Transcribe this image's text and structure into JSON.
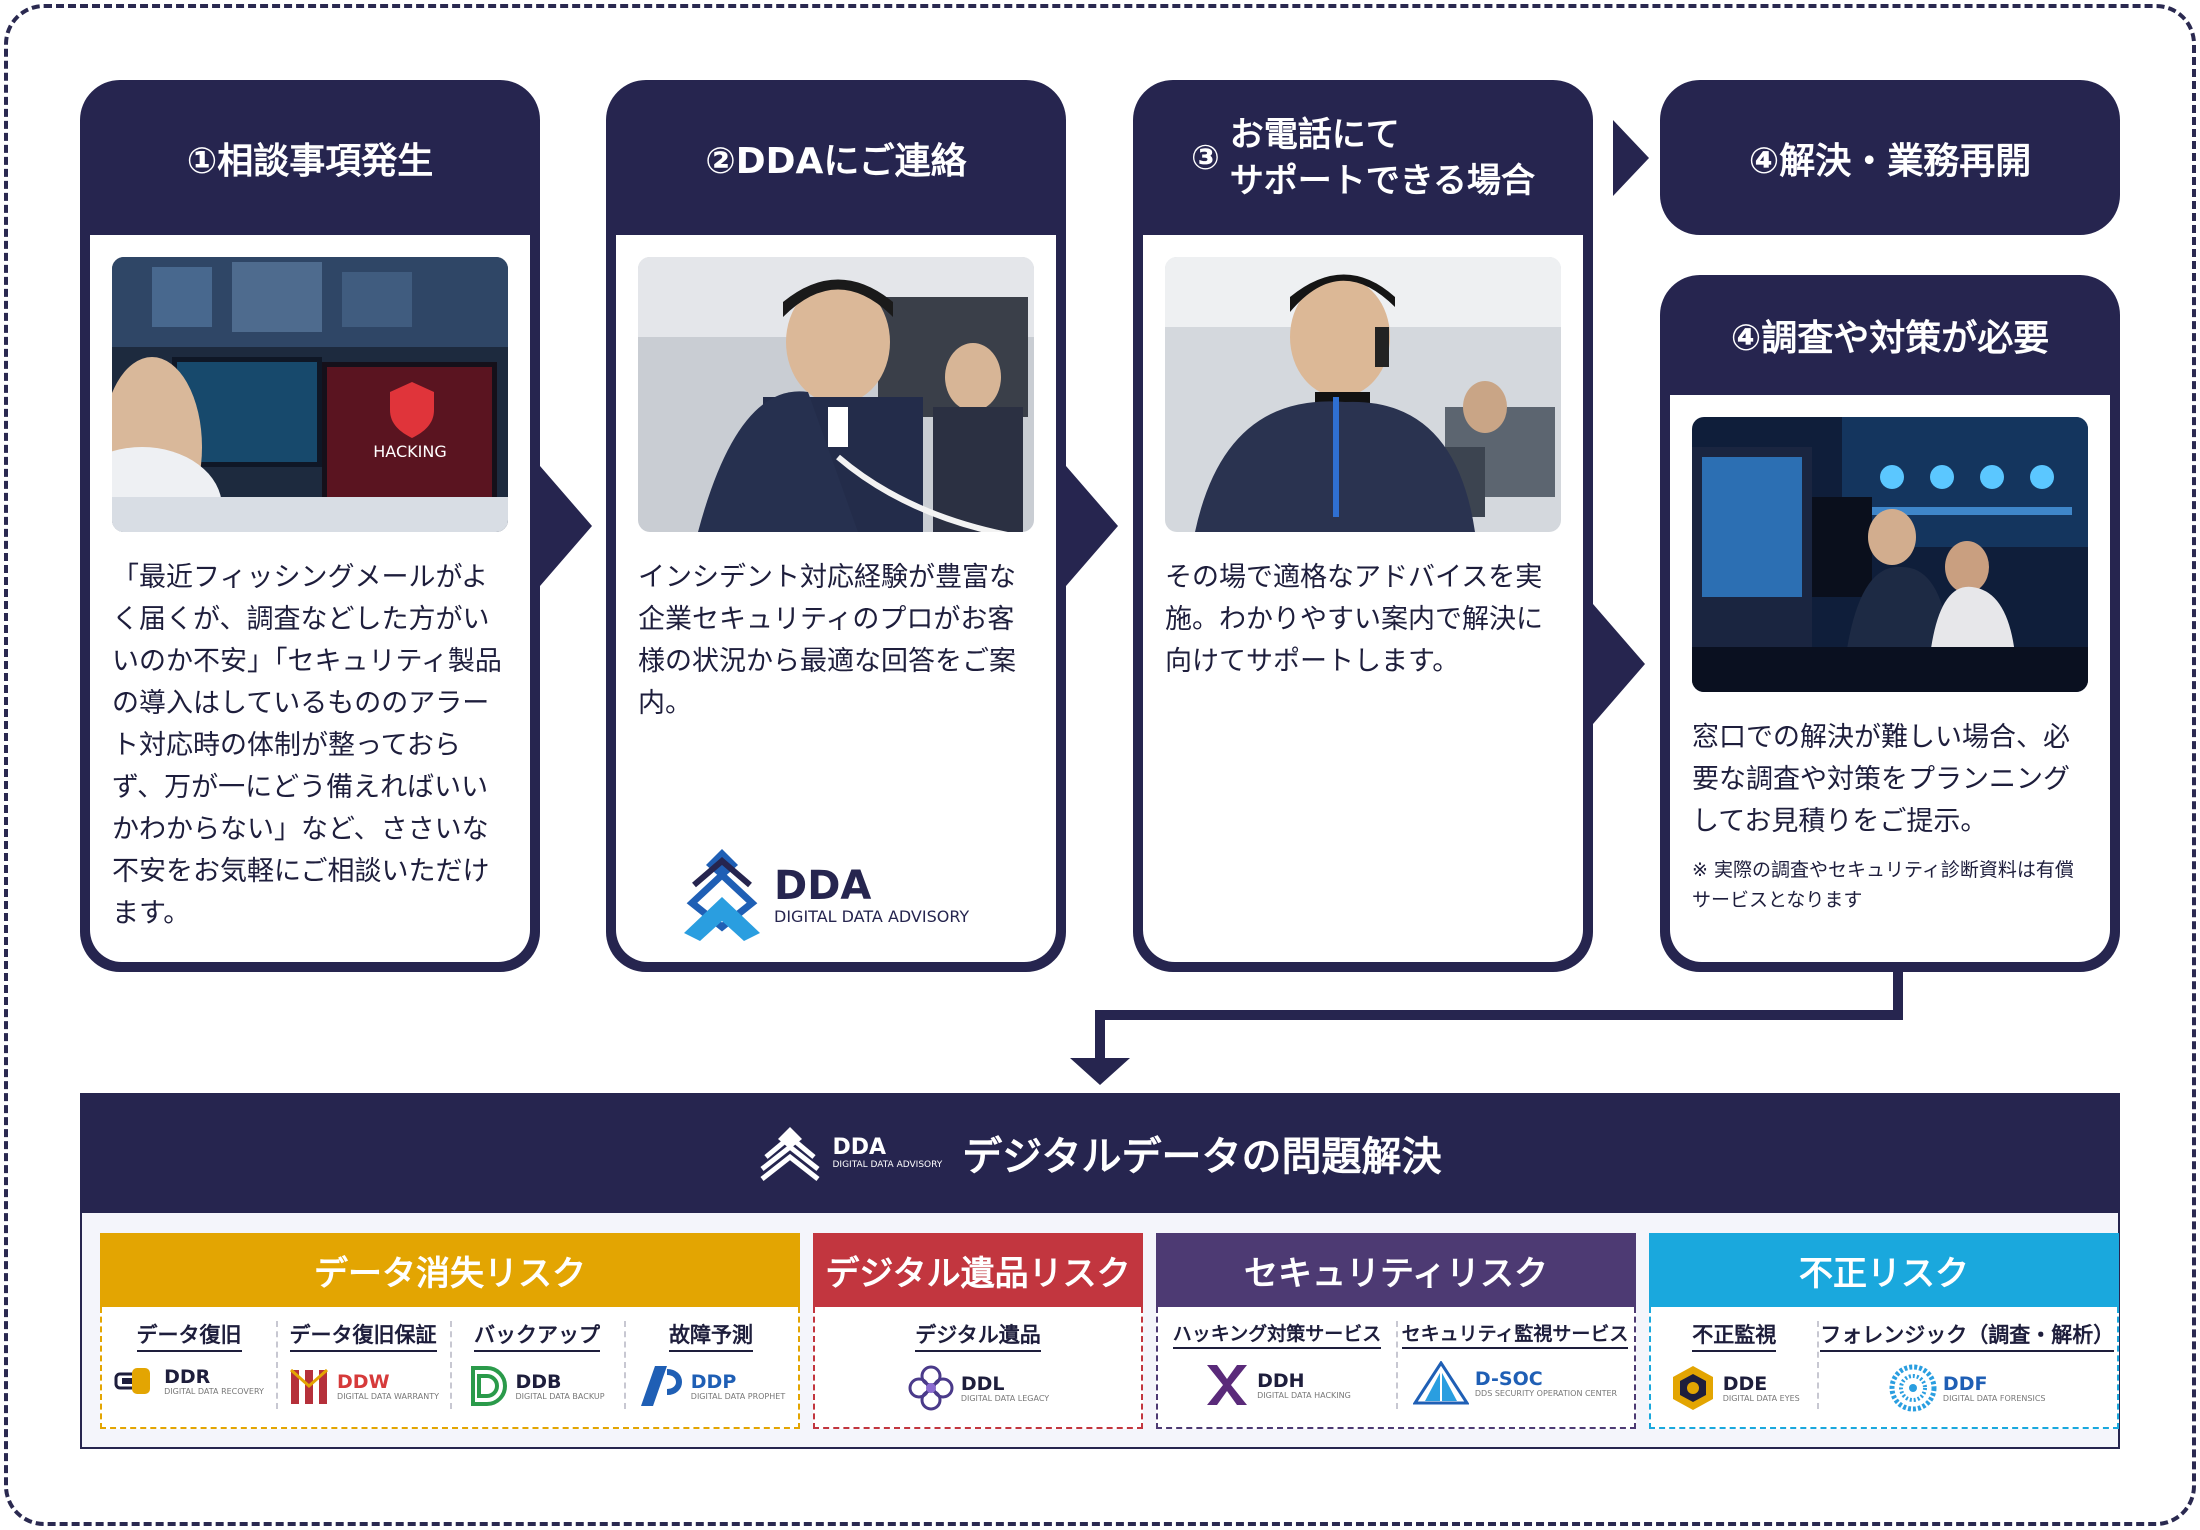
{
  "steps": {
    "s1": {
      "title": "①相談事項発生",
      "desc": "「最近フィッシングメールがよく届くが、調査などした方がいいのか不安」「セキュリティ製品の導入はしているもののアラート対応時の体制が整っておらず、万が一にどう備えればいいかわからない」など、ささいな不安をお気軽にご相談いただけます。",
      "photo_text": "HACKING"
    },
    "s2": {
      "title": "②DDAにご連絡",
      "desc": "インシデント対応経験が豊富な企業セキュリティのプロがお客様の状況から最適な回答をご案内。"
    },
    "s3": {
      "title_line1": "お電話にて",
      "title_line2": "サポートできる場合",
      "num": "③",
      "desc": "その場で適格なアドバイスを実施。わかりやすい案内で解決に向けてサポートします。"
    },
    "s4a": {
      "title": "④解決・業務再開"
    },
    "s4b": {
      "title": "④調査や対策が必要",
      "desc": "窓口での解決が難しい場合、必要な調査や対策をプランニングしてお見積りをご提示。",
      "note": "※ 実際の調査やセキュリティ診断資料は有償サービスとなります"
    }
  },
  "brand": {
    "name": "DDA",
    "sub": "DIGITAL DATA ADVISORY"
  },
  "panel": {
    "title": "デジタルデータの問題解決"
  },
  "risks": [
    {
      "title": "データ消失リスク",
      "color": "#e3a502",
      "services": [
        {
          "name": "データ復旧",
          "code": "DDR",
          "sub": "DIGITAL DATA RECOVERY",
          "color": "#1e1e3c"
        },
        {
          "name": "データ復旧保証",
          "code": "DDW",
          "sub": "DIGITAL DATA WARRANTY",
          "color": "#d63a3a"
        },
        {
          "name": "バックアップ",
          "code": "DDB",
          "sub": "DIGITAL DATA BACKUP",
          "color": "#1e1e3c"
        },
        {
          "name": "故障予測",
          "code": "DDP",
          "sub": "DIGITAL DATA PROPHET",
          "color": "#1f5fb5"
        }
      ]
    },
    {
      "title": "デジタル遺品リスク",
      "color": "#c2363f",
      "services": [
        {
          "name": "デジタル遺品",
          "code": "DDL",
          "sub": "DIGITAL DATA LEGACY",
          "color": "#1e1e3c"
        }
      ]
    },
    {
      "title": "セキュリティリスク",
      "color": "#4d3a73",
      "services": [
        {
          "name": "ハッキング対策サービス",
          "code": "DDH",
          "sub": "DIGITAL DATA HACKING",
          "color": "#1e1e3c"
        },
        {
          "name": "セキュリティ監視サービス",
          "code": "D-SOC",
          "sub": "DDS SECURITY OPERATION CENTER",
          "color": "#1f5fb5"
        }
      ]
    },
    {
      "title": "不正リスク",
      "color": "#1aa8dd",
      "services": [
        {
          "name": "不正監視",
          "code": "DDE",
          "sub": "DIGITAL DATA EYES",
          "color": "#1e1e3c"
        },
        {
          "name": "フォレンジック（調査・解析）",
          "code": "DDF",
          "sub": "DIGITAL DATA FORENSICS",
          "color": "#1f5fb5"
        }
      ]
    }
  ],
  "colors": {
    "navy": "#26254f",
    "white": "#ffffff"
  }
}
